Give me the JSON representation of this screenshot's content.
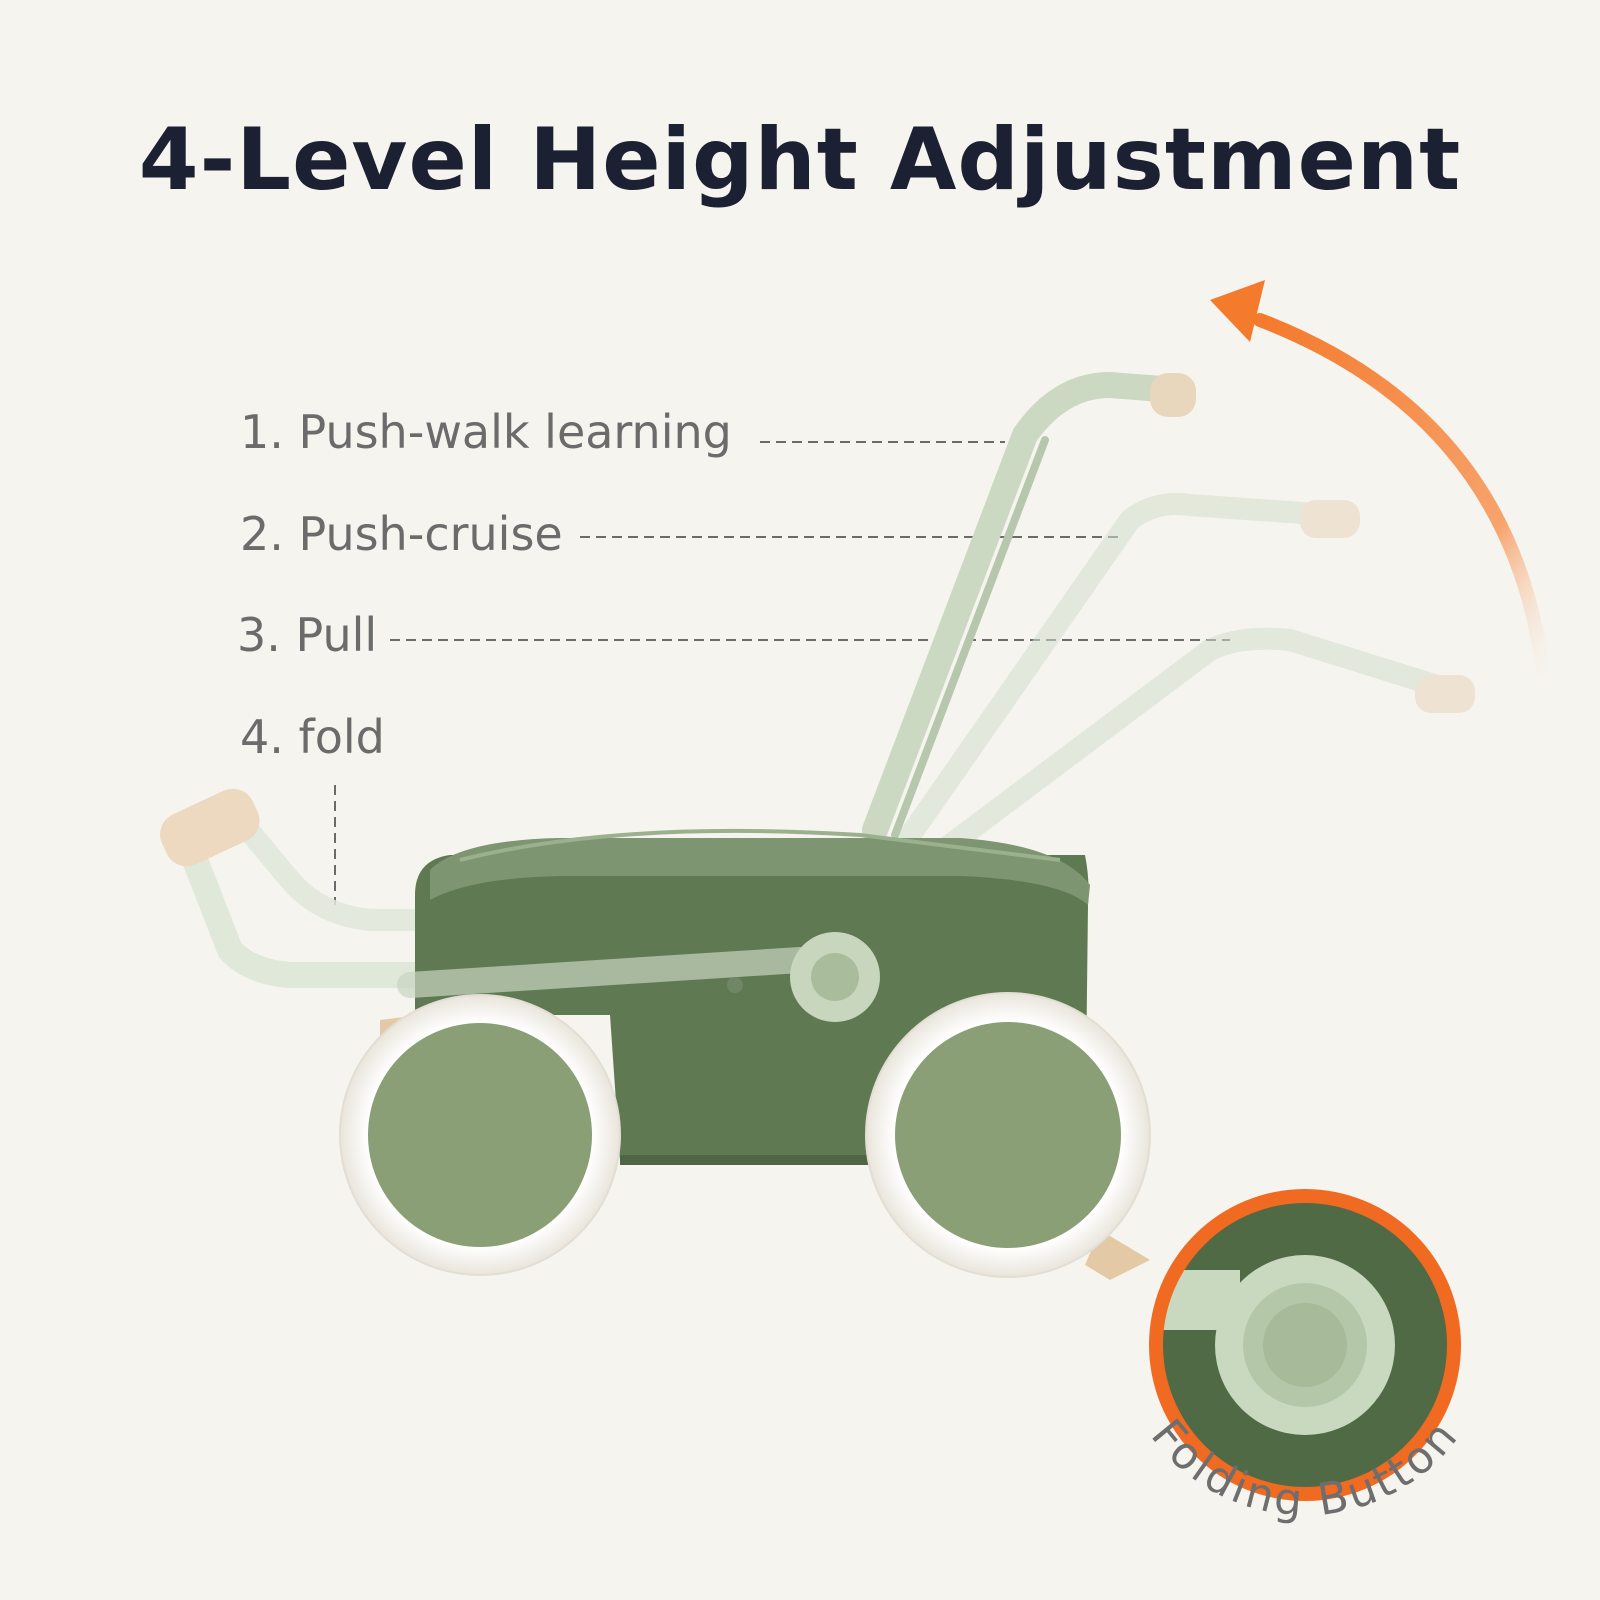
{
  "header": {
    "title": "4-Level Height Adjustment"
  },
  "levels": [
    {
      "label": "1. Push-walk learning"
    },
    {
      "label": "2. Push-cruise"
    },
    {
      "label": "3. Pull"
    },
    {
      "label": "4. fold"
    }
  ],
  "callout": {
    "label": "Folding Button"
  },
  "colors": {
    "background": "#f6f4ee",
    "title": "#1c2033",
    "label": "#6b6b6b",
    "cart_body": "#5f7a52",
    "wheel_center": "#8a9f76",
    "handle": "#dfe8d9",
    "arrow": "#f47a2c",
    "callout_ring": "#f06a22"
  }
}
